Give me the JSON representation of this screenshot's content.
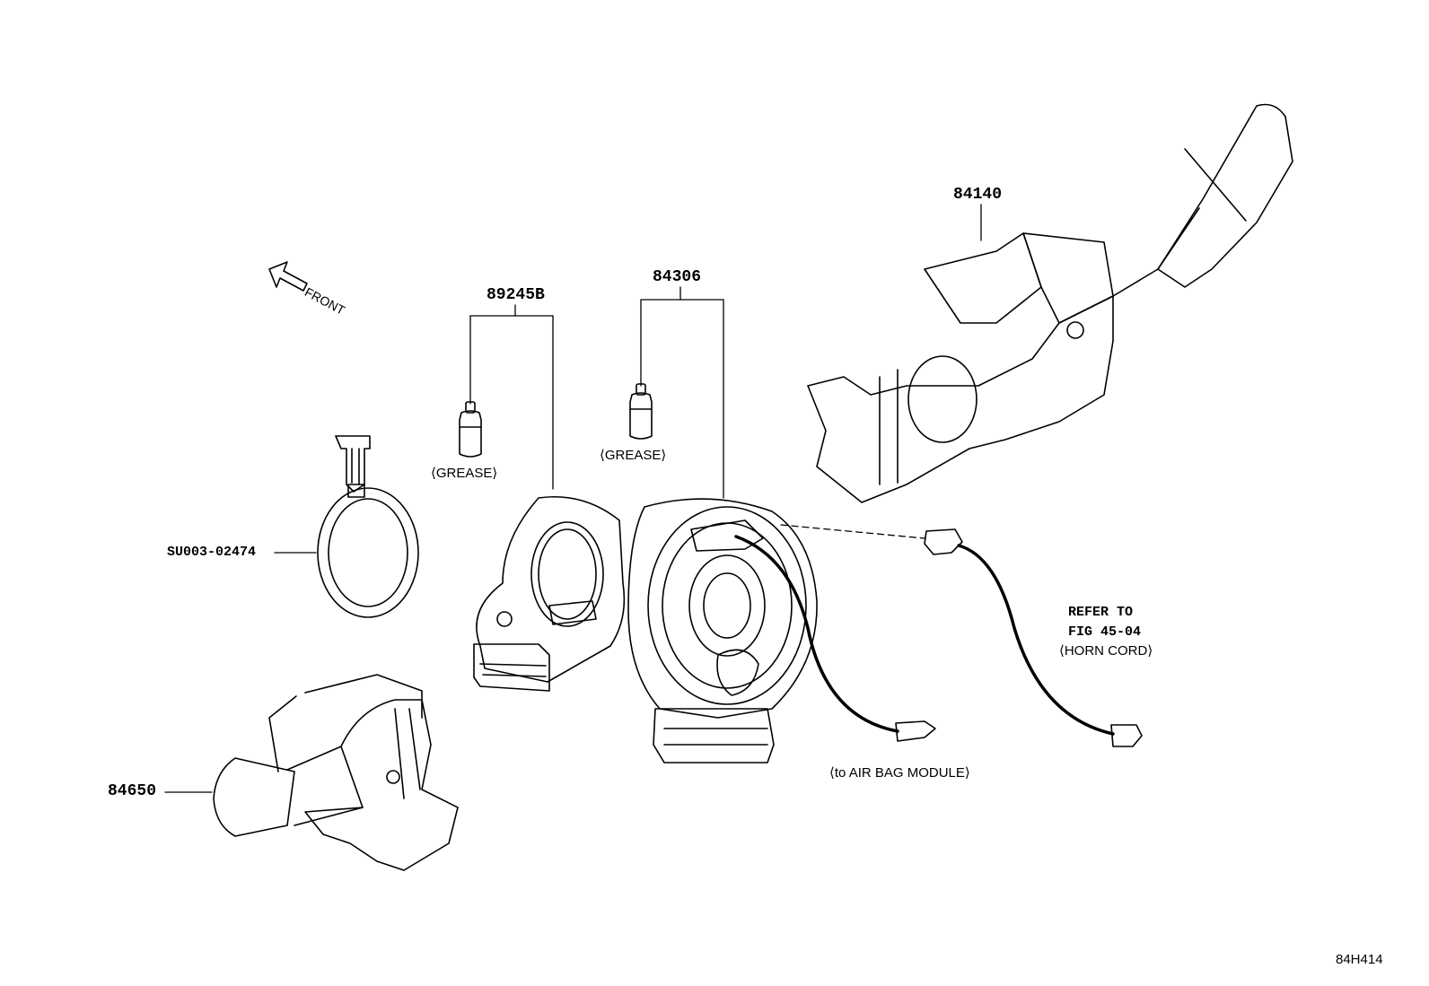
{
  "parts": {
    "p84140": "84140",
    "p89245b": "89245B",
    "p84306": "84306",
    "psu003": "SU003-02474",
    "p84650": "84650"
  },
  "notes": {
    "front": "FRONT",
    "grease_left": "⟨GREASE⟩",
    "grease_right": "⟨GREASE⟩",
    "refer_line1": "REFER TO",
    "refer_line2": "FIG 45-04",
    "horn_cord": "⟨HORN CORD⟩",
    "air_bag": "⟨to AIR BAG MODULE⟩"
  },
  "diagram_code": "84H414",
  "icons": {
    "front_arrow": "front-arrow-icon",
    "grease_tube": "grease-tube-icon"
  }
}
